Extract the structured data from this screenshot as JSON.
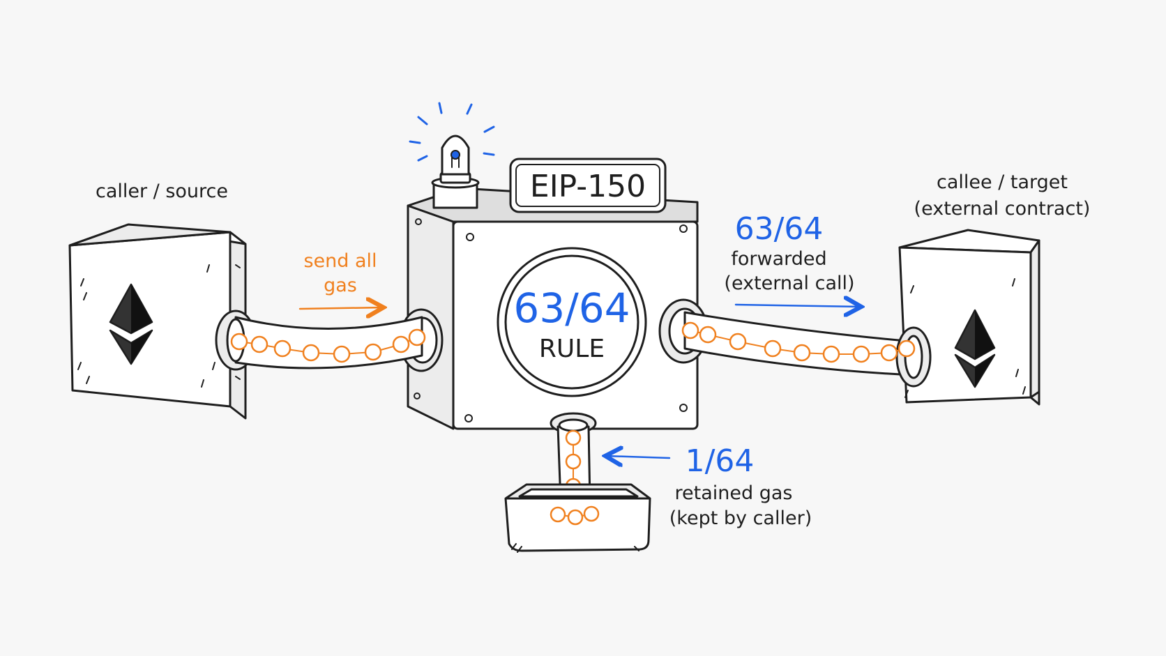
{
  "colors": {
    "ink": "#1e1e1e",
    "gas_orange": "#f0801e",
    "accent_blue": "#1f63e6",
    "background": "#f7f7f7"
  },
  "machine": {
    "plate_label": "EIP-150",
    "dial_fraction": "63/64",
    "dial_word": "RULE"
  },
  "caller": {
    "label": "caller / source",
    "icon": "ethereum-icon"
  },
  "callee": {
    "label_line1": "callee / target",
    "label_line2": "(external contract)",
    "icon": "ethereum-icon"
  },
  "incoming": {
    "line1": "send all",
    "line2": "gas"
  },
  "forwarded": {
    "fraction": "63/64",
    "line1": "forwarded",
    "line2": "(external call)"
  },
  "retained": {
    "fraction": "1/64",
    "line1": "retained gas",
    "line2": "(kept by caller)"
  }
}
